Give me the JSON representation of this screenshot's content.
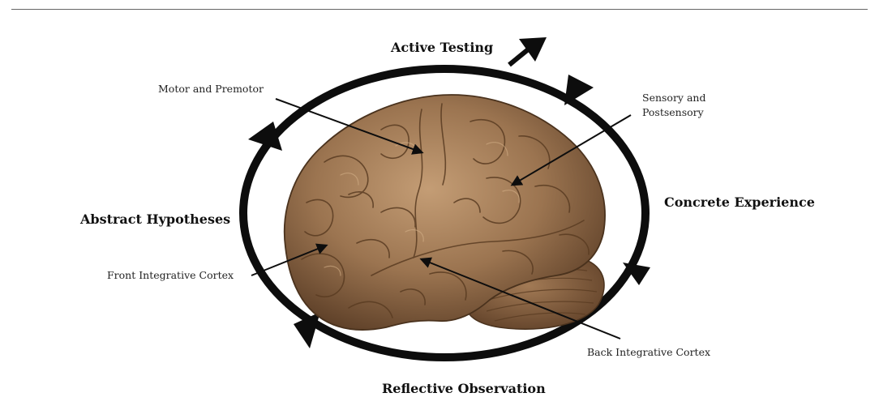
{
  "cycle": {
    "stages": {
      "top": "Active Testing",
      "right": "Concrete Experience",
      "bottom": "Reflective Observation",
      "left": "Abstract Hypotheses"
    }
  },
  "regions": {
    "motor": "Motor and Premotor",
    "sensory_line1": "Sensory and",
    "sensory_line2": "Postsensory",
    "front": "Front Integrative Cortex",
    "back": "Back Integrative Cortex"
  },
  "colors": {
    "ring": "#0d0d0d",
    "brain_fill": "#9b7450",
    "brain_dark": "#6e4f33",
    "brain_light": "#c49d75",
    "cerebellum": "#8a6442",
    "text": "#111111"
  }
}
